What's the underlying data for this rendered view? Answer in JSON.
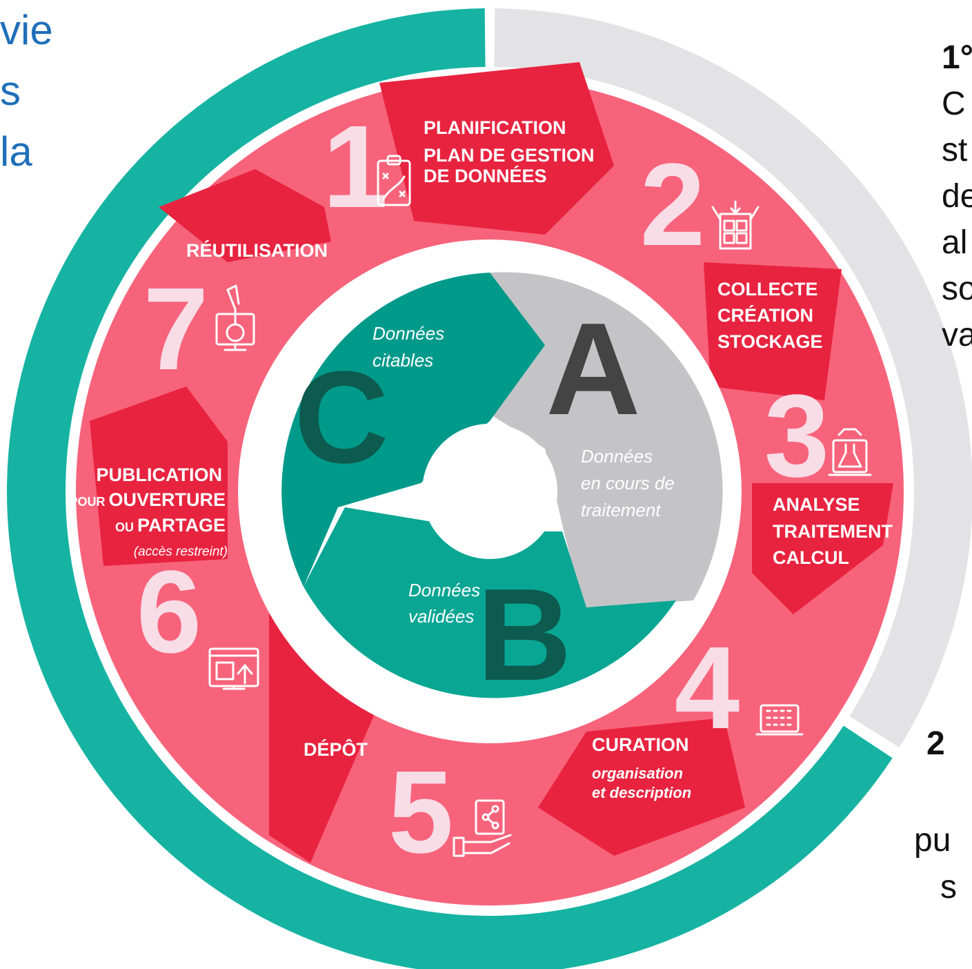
{
  "colors": {
    "teal_outer": "#16b3a3",
    "grey_outer": "#e3e3e6",
    "pink_ring": "#f7637b",
    "red_arrow": "#e8233f",
    "pale_number": "#f8dce6",
    "teal_dark": "#009a8b",
    "teal_mid": "#0aa694",
    "grey_segment": "#c4c4c6",
    "letter_dark_teal": "#0d5a4e",
    "letter_grey": "#444444",
    "side_text_blue": "#1f6fb8"
  },
  "side_left_text": [
    "vie",
    "s",
    "la"
  ],
  "side_right_text": {
    "top": [
      "1°",
      "C",
      "st",
      "de",
      "al",
      "so",
      "va"
    ],
    "bottom_heading": "2",
    "bottom": [
      "pu",
      "s"
    ]
  },
  "steps": [
    {
      "number": "1",
      "icon": "clipboard-plan-icon",
      "title_lines": [
        "PLANIFICATION",
        "PLAN DE GESTION",
        "DE DONNÉES"
      ]
    },
    {
      "number": "2",
      "icon": "storage-box-icon",
      "title_lines": [
        "COLLECTE",
        "CRÉATION",
        "STOCKAGE"
      ]
    },
    {
      "number": "3",
      "icon": "lab-computer-icon",
      "title_lines": [
        "ANALYSE",
        "TRAITEMENT",
        "CALCUL"
      ]
    },
    {
      "number": "4",
      "icon": "grid-laptop-icon",
      "title_lines": [
        "CURATION"
      ],
      "subtitle_lines": [
        "organisation",
        "et description"
      ]
    },
    {
      "number": "5",
      "icon": "share-hand-icon",
      "title_lines": [
        "DÉPÔT"
      ]
    },
    {
      "number": "6",
      "icon": "web-upload-icon",
      "title_lines": [
        "PUBLICATION"
      ],
      "publication_lines": [
        {
          "small": "POUR ",
          "big": "OUVERTURE"
        },
        {
          "small": "OU ",
          "big": "PARTAGE"
        }
      ],
      "note": "(accès restreint)"
    },
    {
      "number": "7",
      "icon": "flask-monitor-icon",
      "title_lines": [
        "RÉUTILISATION"
      ]
    }
  ],
  "phases": [
    {
      "letter": "A",
      "caption_lines": [
        "Données",
        "en cours de",
        "traitement"
      ]
    },
    {
      "letter": "B",
      "caption_lines": [
        "Données",
        "validées"
      ]
    },
    {
      "letter": "C",
      "caption_lines": [
        "Données",
        "citables"
      ]
    }
  ]
}
